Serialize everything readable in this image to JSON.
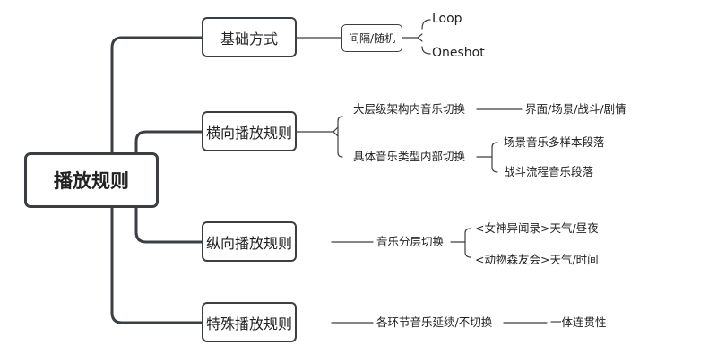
{
  "root": {
    "label": "播放规则"
  },
  "branches": {
    "basic": {
      "label": "基础方式",
      "mode": "间隔/随机",
      "options": [
        "Loop",
        "Oneshot"
      ]
    },
    "horizontal": {
      "label": "横向播放规则",
      "items": [
        {
          "label": "大层级架构内音乐切换",
          "children": [
            "界面/场景/战斗/剧情"
          ]
        },
        {
          "label": "具体音乐类型内部切换",
          "children": [
            "场景音乐多样本段落",
            "战斗流程音乐段落"
          ]
        }
      ]
    },
    "vertical": {
      "label": "纵向播放规则",
      "item": "音乐分层切换",
      "children": [
        "<女神异闻录>天气/昼夜",
        "<动物森友会>天气/时间"
      ]
    },
    "special": {
      "label": "特殊播放规则",
      "item": "各环节音乐延续/不切换",
      "child": "一体连贯性"
    }
  },
  "colors": {
    "line": "#3b3f44",
    "text": "#222222",
    "background": "#ffffff"
  }
}
